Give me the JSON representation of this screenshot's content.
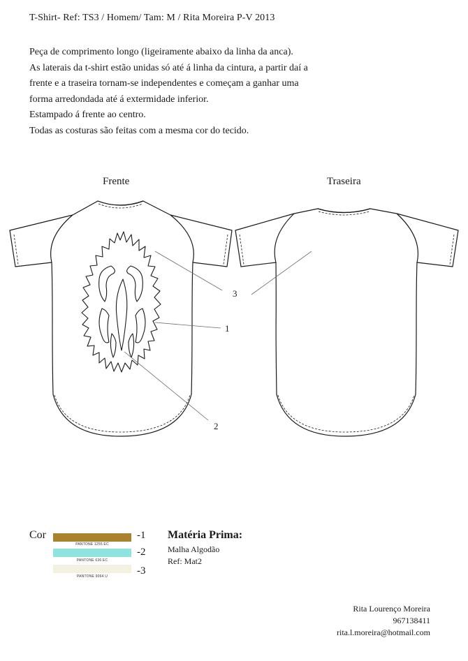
{
  "header": {
    "title": "T-Shirt- Ref: TS3 / Homem/ Tam: M / Rita Moreira P-V 2013"
  },
  "description": [
    "Peça de comprimento longo (ligeiramente abaixo da linha da anca).",
    "As laterais da t-shirt estão unidas só até á linha da cintura, a partir daí a",
    "frente e a traseira tornam-se independentes e começam a ganhar uma",
    "forma arredondada até á extermidade inferior.",
    "Estampado á frente ao centro.",
    "Todas as costuras são feitas com a mesma cor do tecido."
  ],
  "views": {
    "front_label": "Frente",
    "back_label": "Traseira"
  },
  "callouts": [
    "1",
    "2",
    "3"
  ],
  "colors": {
    "label": "Cor",
    "swatches": [
      {
        "name": "PANTONE 1255 EC",
        "hex": "#a8822c",
        "number": "-1"
      },
      {
        "name": "PANTONE 636 EC",
        "hex": "#8fe3de",
        "number": "-2"
      },
      {
        "name": "PANTONE 9064 U",
        "hex": "#f3f1e0",
        "number": "-3"
      }
    ]
  },
  "material": {
    "title": "Matéria Prima:",
    "fabric": "Malha Algodão",
    "ref": "Ref: Mat2"
  },
  "author": {
    "name": "Rita Lourenço Moreira",
    "phone": "967138411",
    "email": "rita.l.moreira@hotmail.com"
  }
}
